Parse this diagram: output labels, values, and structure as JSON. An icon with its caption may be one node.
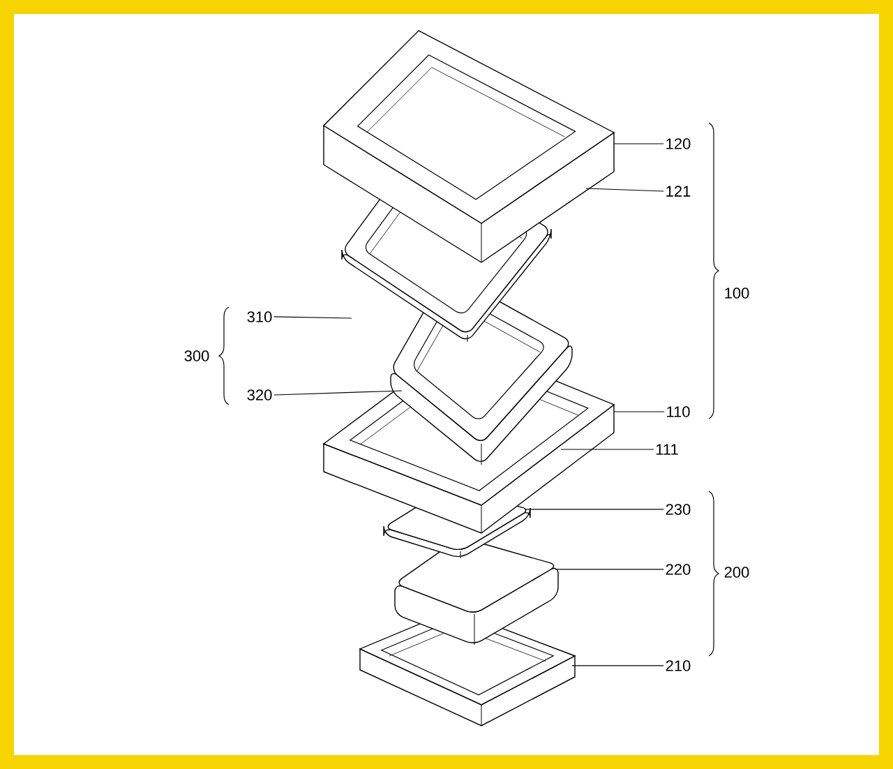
{
  "diagram": {
    "nodes": [
      {
        "text": [
          "120"
        ]
      },
      {
        "text": [
          "121"
        ]
      },
      {
        "text": [
          "100"
        ]
      },
      {
        "text": [
          "310"
        ]
      },
      {
        "text": [
          "300"
        ]
      },
      {
        "text": [
          "320"
        ]
      },
      {
        "text": [
          "110"
        ]
      },
      {
        "text": [
          "111"
        ]
      },
      {
        "text": [
          "230"
        ]
      },
      {
        "text": [
          "220"
        ]
      },
      {
        "text": [
          "200"
        ]
      },
      {
        "text": [
          "210"
        ]
      }
    ],
    "edges": [
      {
        "from": 0,
        "to": null,
        "arrow": "none"
      },
      {
        "from": 1,
        "to": null,
        "arrow": "none"
      },
      {
        "from": 3,
        "to": null,
        "arrow": "none"
      },
      {
        "from": 5,
        "to": null,
        "arrow": "none"
      },
      {
        "from": 6,
        "to": null,
        "arrow": "none"
      },
      {
        "from": 7,
        "to": null,
        "arrow": "none"
      },
      {
        "from": 8,
        "to": null,
        "arrow": "none"
      },
      {
        "from": 9,
        "to": null,
        "arrow": "none"
      },
      {
        "from": 11,
        "to": null,
        "arrow": "none"
      }
    ]
  }
}
